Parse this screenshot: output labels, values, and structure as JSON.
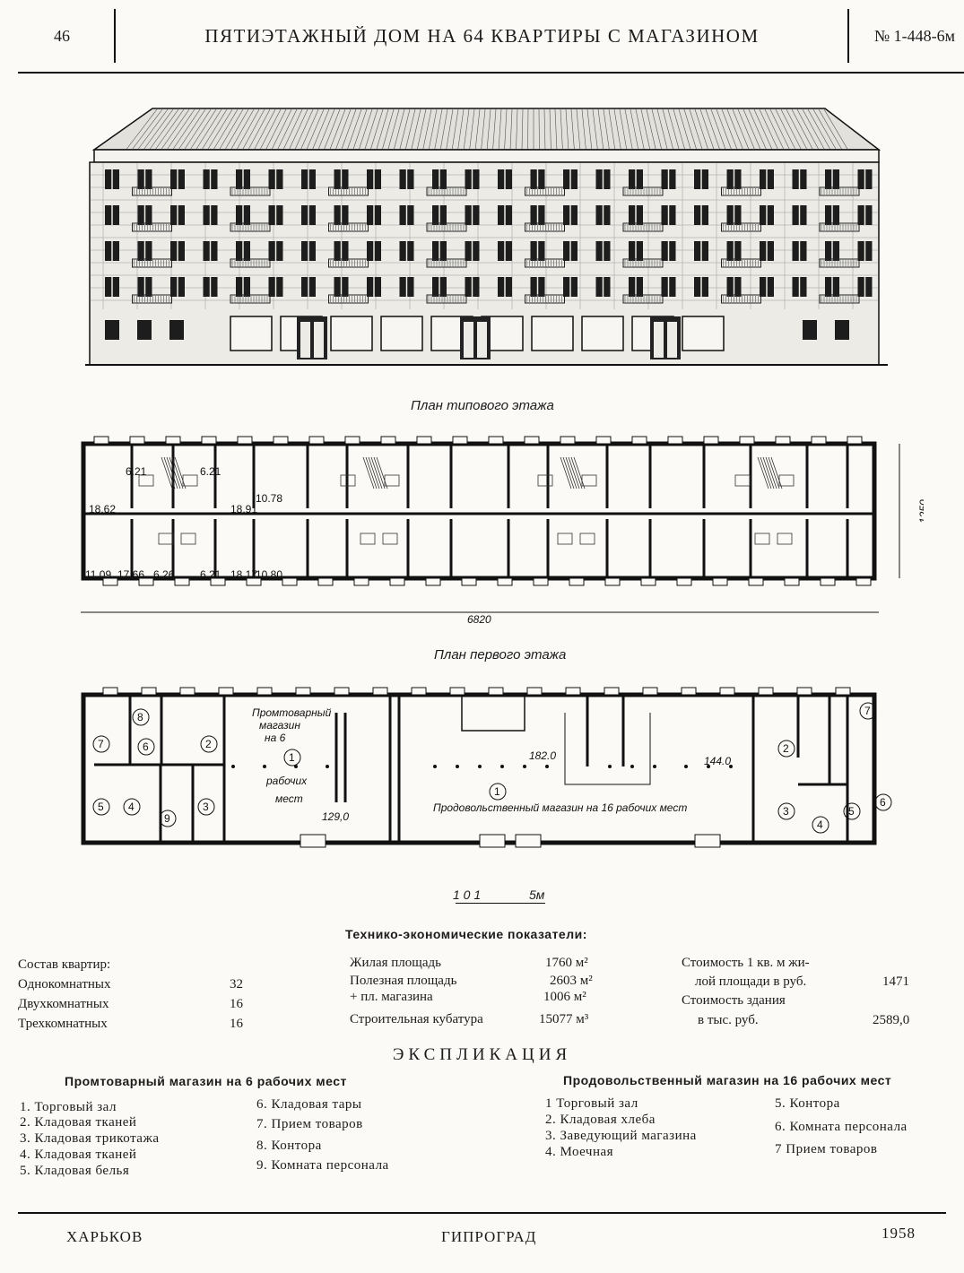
{
  "header": {
    "page_number": "46",
    "title": "ПЯТИЭТАЖНЫЙ ДОМ НА 64 КВАРТИРЫ С МАГАЗИНОМ",
    "series_number": "№ 1-448-6м"
  },
  "typical_floor": {
    "caption": "План типового этажа",
    "areas": [
      "6.21",
      "6.21",
      "18.62",
      "18.91",
      "10.78",
      "11.09",
      "17.66",
      "6.26",
      "6.21",
      "18.17",
      "10.80"
    ],
    "width_dim": "6820",
    "depth_dim": "1250"
  },
  "first_floor": {
    "caption": "План первого этажа",
    "shop1_label_lines": [
      "Промтоварный",
      "магазин",
      "на 6"
    ],
    "shop1_label_lines2": [
      "рабочих",
      "мест"
    ],
    "shop1_area": "129,0",
    "shop2_label": "Продовольственный магазин на 16 рабочих мест",
    "area_182": "182.0",
    "area_144": "144.0",
    "rooms_left": [
      "8",
      "7",
      "6",
      "2",
      "5",
      "4",
      "9",
      "3",
      "1"
    ],
    "rooms_right": [
      "7",
      "2",
      "3",
      "4",
      "5",
      "6",
      "1"
    ]
  },
  "scale_bar": {
    "start": "1 0 1",
    "end": "5м"
  },
  "indicators": {
    "title": "Технико-экономические показатели:",
    "composition_title": "Состав квартир:",
    "composition": [
      {
        "label": "Однокомнатных",
        "value": "32"
      },
      {
        "label": "Двухкомнатных",
        "value": "16"
      },
      {
        "label": "Трехкомнатных",
        "value": "16"
      }
    ],
    "areas": [
      {
        "label": "Жилая площадь",
        "value": "1760 м²"
      },
      {
        "label": "Полезная площадь",
        "value": "2603 м²"
      },
      {
        "label": "+ пл. магазина",
        "value": "1006 м²"
      },
      {
        "label": "Строительная кубатура",
        "value": "15077 м³"
      }
    ],
    "cost": {
      "line1": "Стоимость 1 кв. м жи-",
      "line2": "лой площади в руб.",
      "value1": "1471",
      "line3": "Стоимость здания",
      "line4": "в тыс. руб.",
      "value2": "2589,0"
    }
  },
  "explication": {
    "title": "ЭКСПЛИКАЦИЯ",
    "shop1_title": "Промтоварный магазин на 6 рабочих мест",
    "shop1_col1": [
      "1. Торговый зал",
      "2. Кладовая тканей",
      "3. Кладовая трикотажа",
      "4. Кладовая тканей",
      "5. Кладовая белья"
    ],
    "shop1_col2": [
      "6. Кладовая тары",
      "7. Прием товаров",
      "8. Контора",
      "9. Комната персонала"
    ],
    "shop2_title": "Продовольственный магазин на 16 рабочих мест",
    "shop2_col1": [
      "1 Торговый зал",
      "2. Кладовая хлеба",
      "3. Заведующий магазина",
      "4. Моечная"
    ],
    "shop2_col2": [
      "5. Контора",
      "6. Комната персонала",
      "7 Прием товаров"
    ]
  },
  "footer": {
    "city": "ХАРЬКОВ",
    "org": "ГИПРОГРАД",
    "year": "1958"
  }
}
